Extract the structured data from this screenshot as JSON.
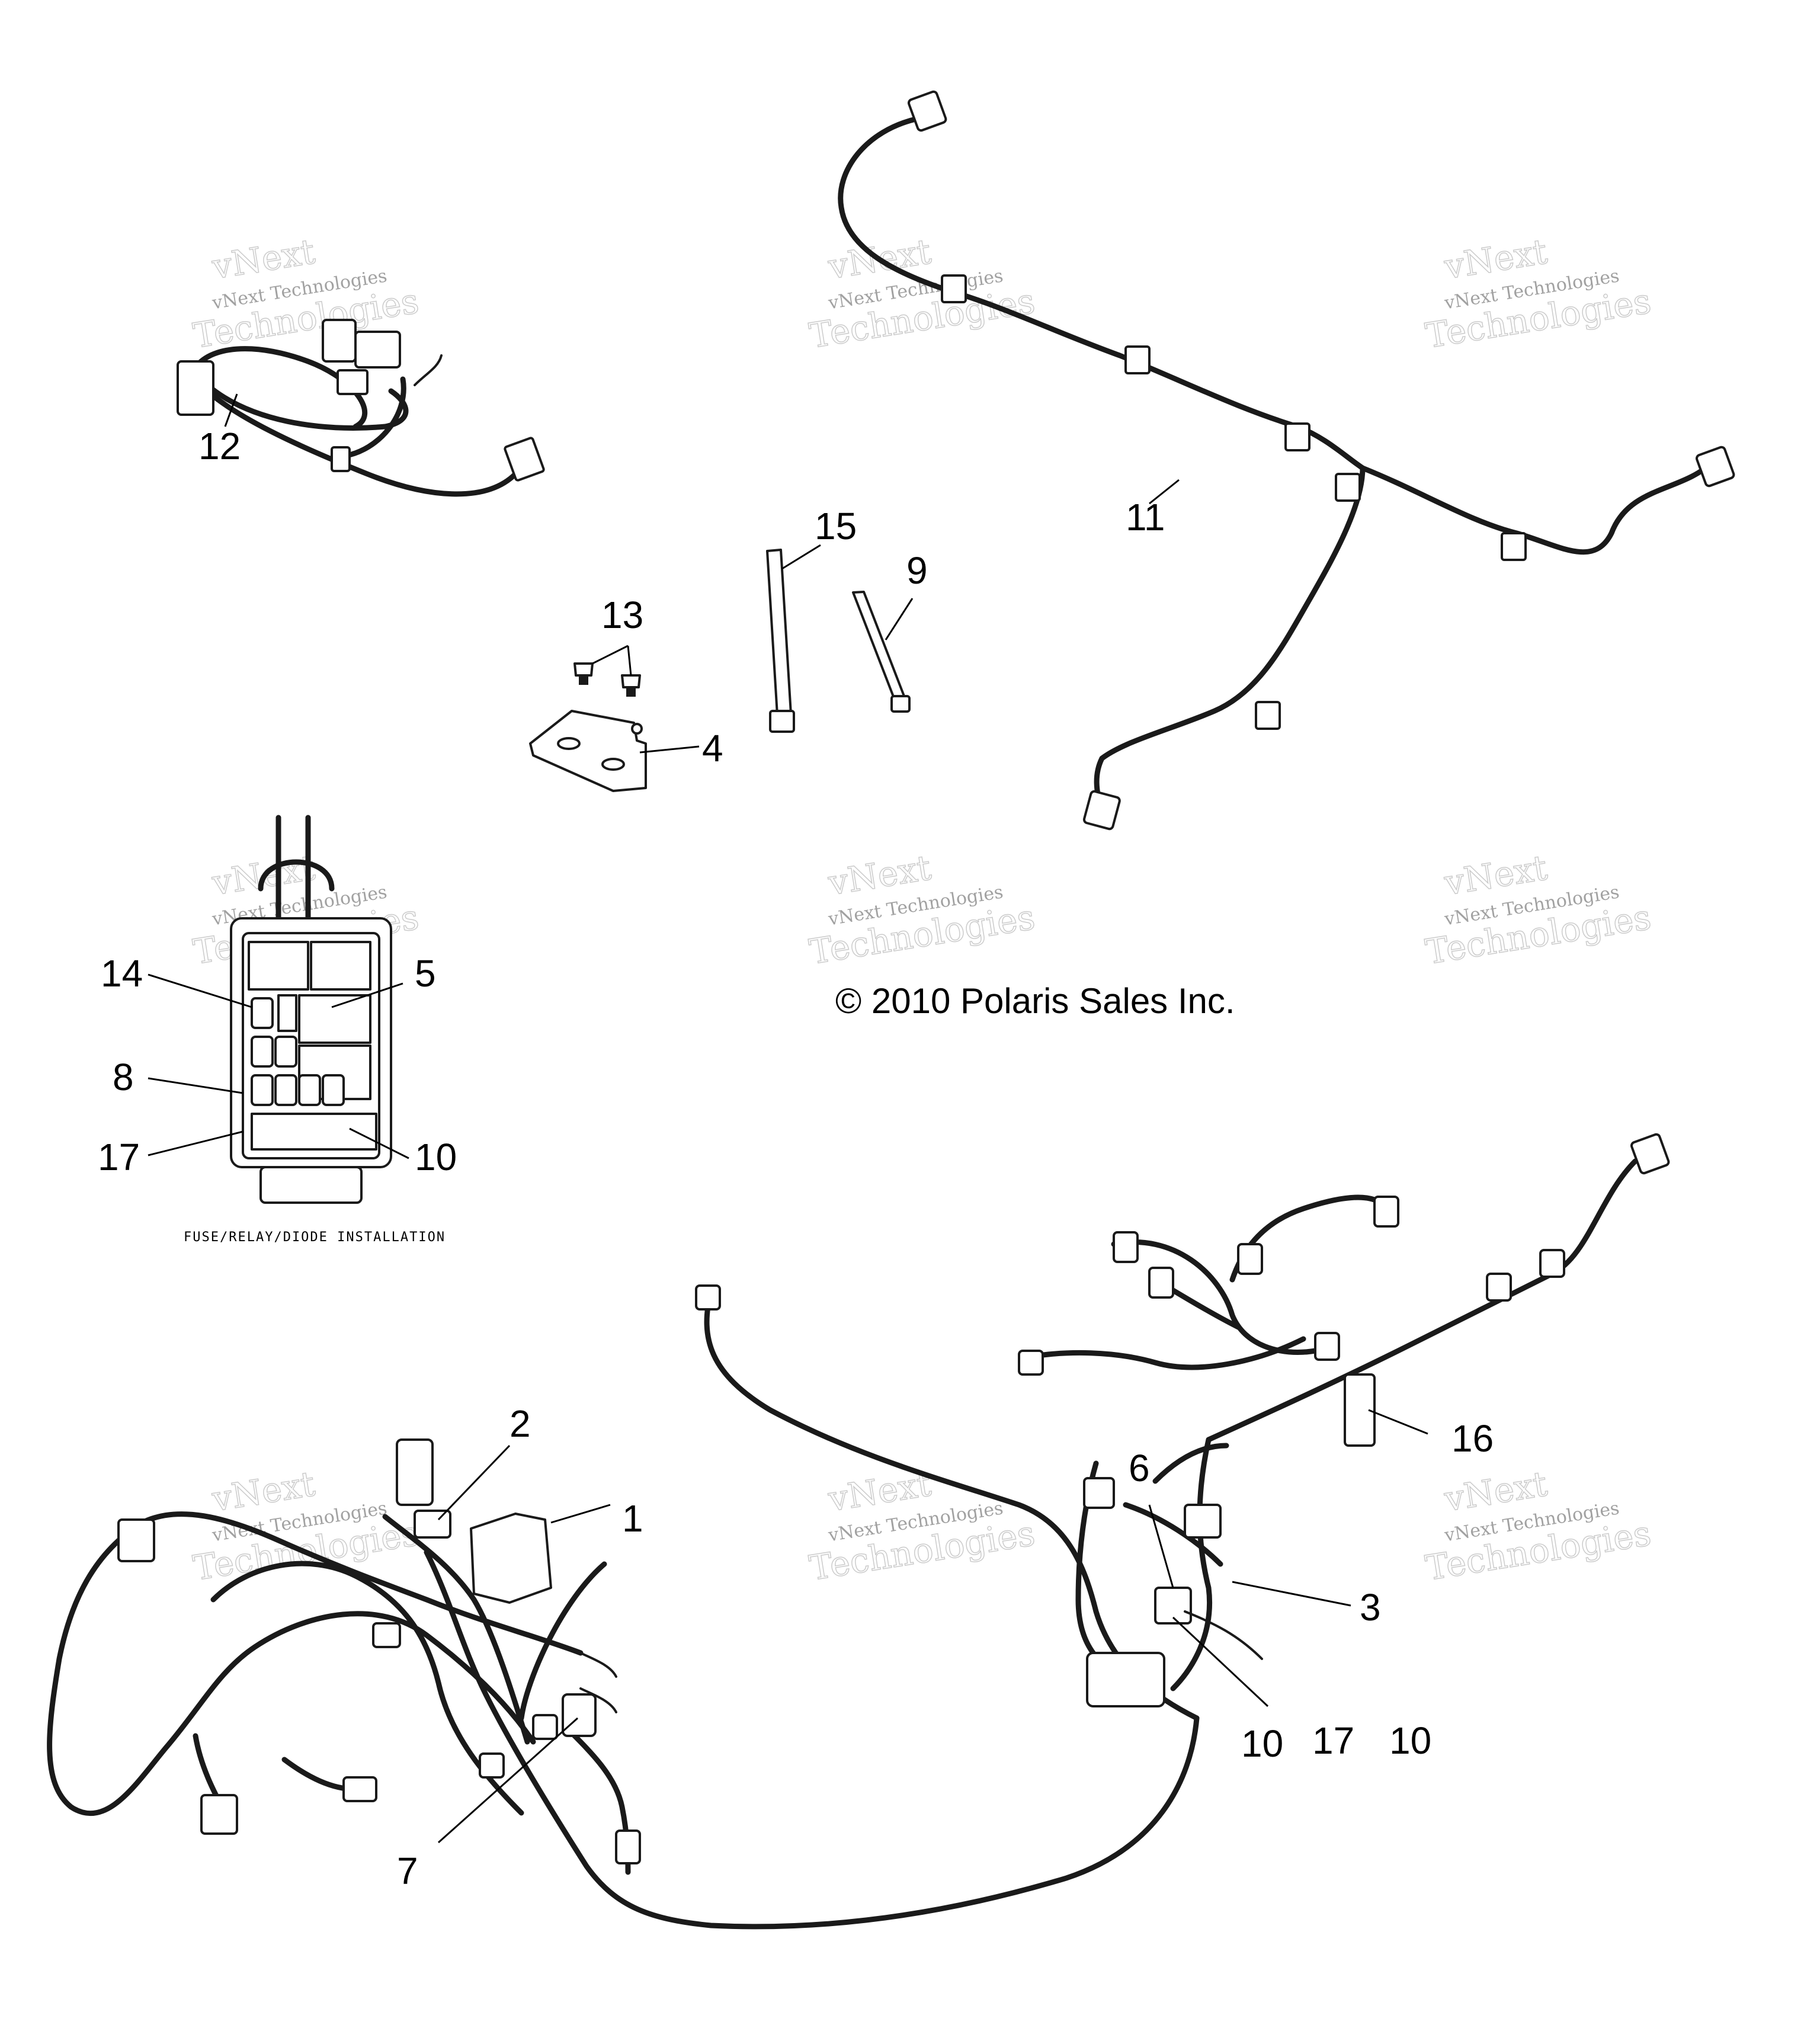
{
  "diagram": {
    "copyright": "© 2010 Polaris Sales Inc.",
    "inset_caption": "FUSE/RELAY/DIODE INSTALLATION",
    "watermark": {
      "line1": "vNext Technologies",
      "line2": "vNext",
      "line3": "Technologies"
    },
    "callouts": [
      {
        "id": "c1",
        "label": "1"
      },
      {
        "id": "c2",
        "label": "2"
      },
      {
        "id": "c3",
        "label": "3"
      },
      {
        "id": "c4",
        "label": "4"
      },
      {
        "id": "c5",
        "label": "5"
      },
      {
        "id": "c6",
        "label": "6"
      },
      {
        "id": "c7",
        "label": "7"
      },
      {
        "id": "c8",
        "label": "8"
      },
      {
        "id": "c9",
        "label": "9"
      },
      {
        "id": "c10a",
        "label": "10"
      },
      {
        "id": "c10b",
        "label": "10"
      },
      {
        "id": "c10c",
        "label": "10"
      },
      {
        "id": "c11",
        "label": "11"
      },
      {
        "id": "c12",
        "label": "12"
      },
      {
        "id": "c13",
        "label": "13"
      },
      {
        "id": "c14",
        "label": "14"
      },
      {
        "id": "c15",
        "label": "15"
      },
      {
        "id": "c16",
        "label": "16"
      },
      {
        "id": "c17a",
        "label": "17"
      },
      {
        "id": "c17b",
        "label": "17"
      }
    ]
  }
}
